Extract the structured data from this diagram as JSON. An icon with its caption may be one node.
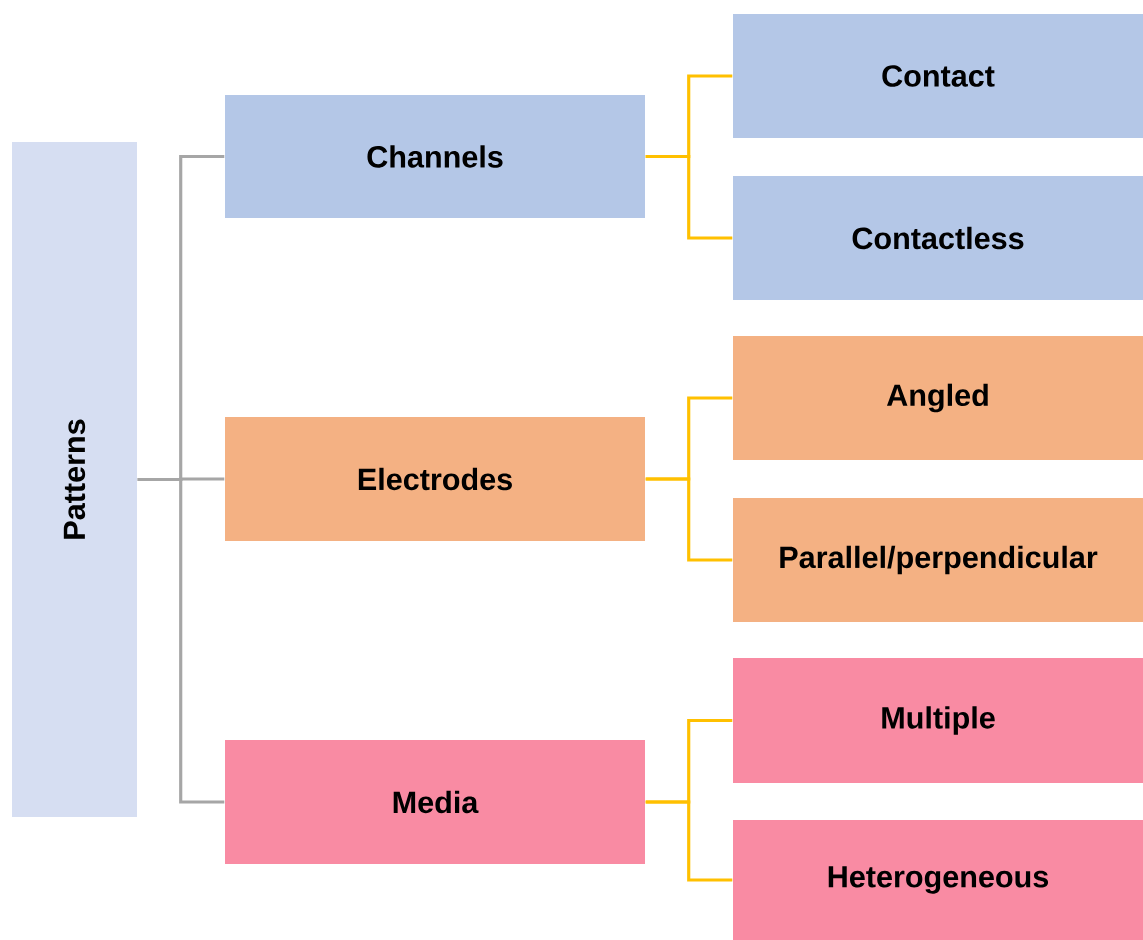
{
  "diagram": {
    "nodes": [
      {
        "text": [
          "Patterns"
        ]
      },
      {
        "text": [
          "Channels"
        ]
      },
      {
        "text": [
          "Electrodes"
        ]
      },
      {
        "text": [
          "Media"
        ]
      },
      {
        "text": [
          "Contact"
        ]
      },
      {
        "text": [
          "Contactless"
        ]
      },
      {
        "text": [
          "Angled"
        ]
      },
      {
        "text": [
          "Parallel/perpendicular"
        ]
      },
      {
        "text": [
          "Multiple"
        ]
      },
      {
        "text": [
          "Heterogeneous"
        ]
      }
    ],
    "edges": [
      {
        "from": 0,
        "to": 1,
        "arrow": "none",
        "color": "#a6a6a6"
      },
      {
        "from": 0,
        "to": 2,
        "arrow": "none",
        "color": "#a6a6a6"
      },
      {
        "from": 0,
        "to": 3,
        "arrow": "none",
        "color": "#a6a6a6"
      },
      {
        "from": 1,
        "to": 4,
        "arrow": "none"
      },
      {
        "from": 1,
        "to": 5,
        "arrow": "none"
      },
      {
        "from": 2,
        "to": 6,
        "arrow": "none"
      },
      {
        "from": 2,
        "to": 7,
        "arrow": "none"
      },
      {
        "from": 3,
        "to": 8,
        "arrow": "none"
      },
      {
        "from": 3,
        "to": 9,
        "arrow": "none"
      }
    ]
  }
}
